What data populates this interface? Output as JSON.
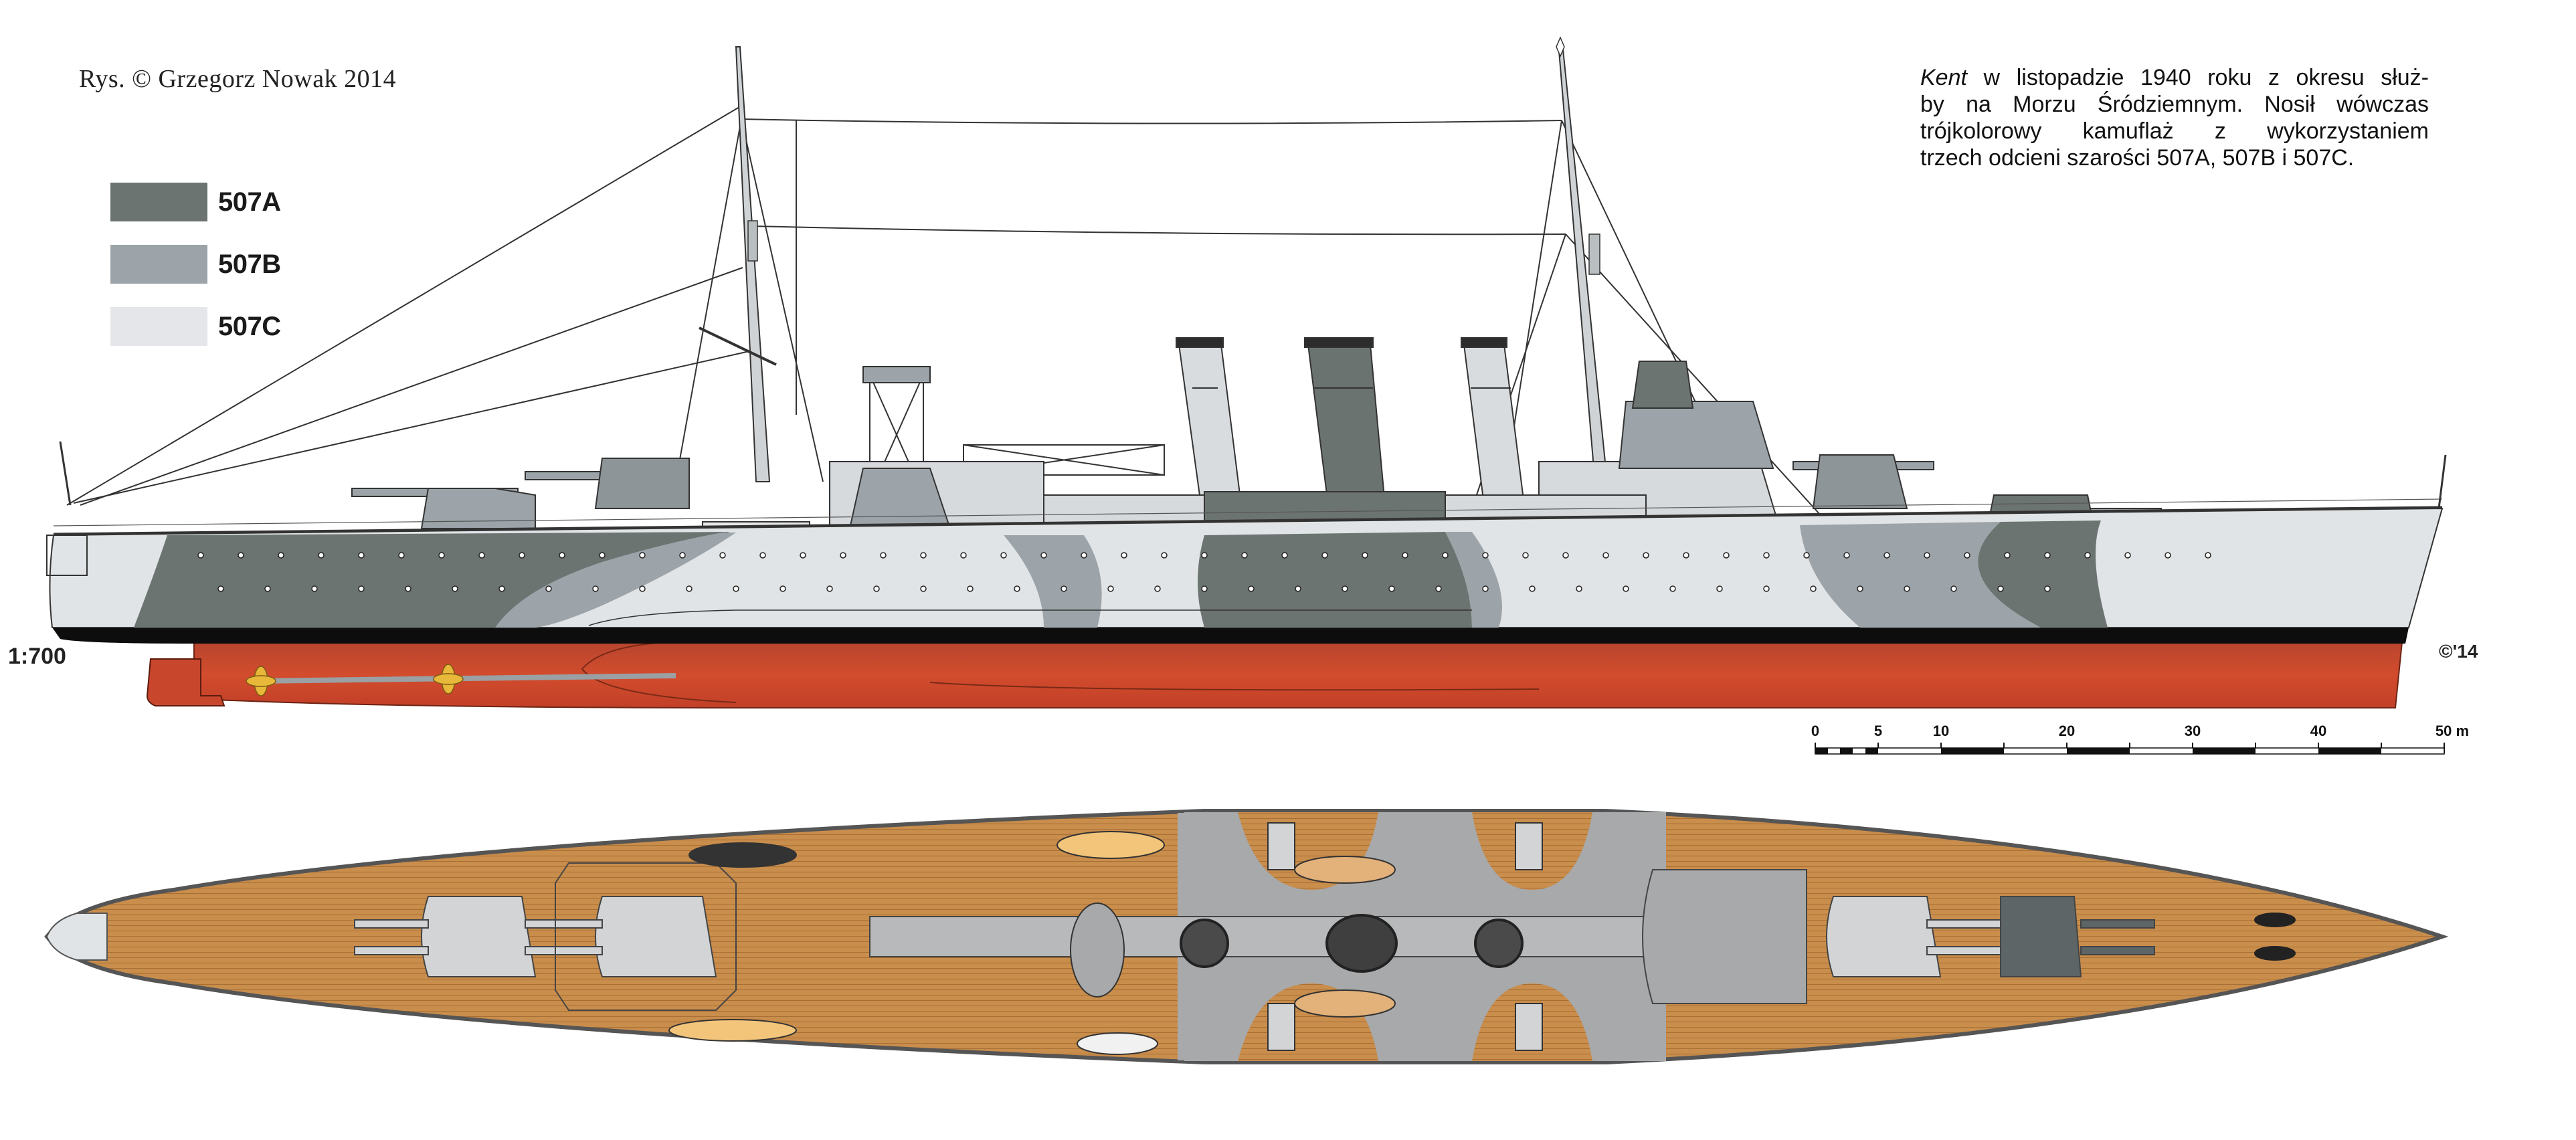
{
  "credit": "Rys. © Grzegorz Nowak 2014",
  "legend": [
    {
      "label": "507A",
      "color": "#6c7472"
    },
    {
      "label": "507B",
      "color": "#9ca4a9"
    },
    {
      "label": "507C",
      "color": "#e4e6e9"
    }
  ],
  "caption": {
    "ship_name": "Kent",
    "line1_rest": " w listopadzie 1940 roku z okresu służ-",
    "line2": "by na Morzu Śródziemnym. Nosił wówczas",
    "line3": "trójkolorowy  kamuflaż  z  wykorzystaniem",
    "line4": "trzech odcieni szarości 507A, 507B i 507C."
  },
  "scale_ratio": "1:700",
  "signature": "©'14",
  "scalebar": {
    "ticks": [
      {
        "label": "0",
        "m": 0
      },
      {
        "label": "5",
        "m": 5
      },
      {
        "label": "10",
        "m": 10
      },
      {
        "label": "20",
        "m": 20
      },
      {
        "label": "30",
        "m": 30
      },
      {
        "label": "40",
        "m": 40
      },
      {
        "label": "50 m",
        "m": 50
      }
    ]
  },
  "colors": {
    "camo_dark": "#6c7472",
    "camo_mid": "#9ca4a9",
    "camo_light": "#e1e4e6",
    "boot_top": "#0d0d0d",
    "antifouling_red": "#c8462c",
    "deck_wood": "#c98d4c",
    "deck_steel": "#a7a9aa",
    "propeller": "#e8b83a"
  },
  "views": {
    "profile": "side-profile",
    "plan": "top-plan"
  }
}
